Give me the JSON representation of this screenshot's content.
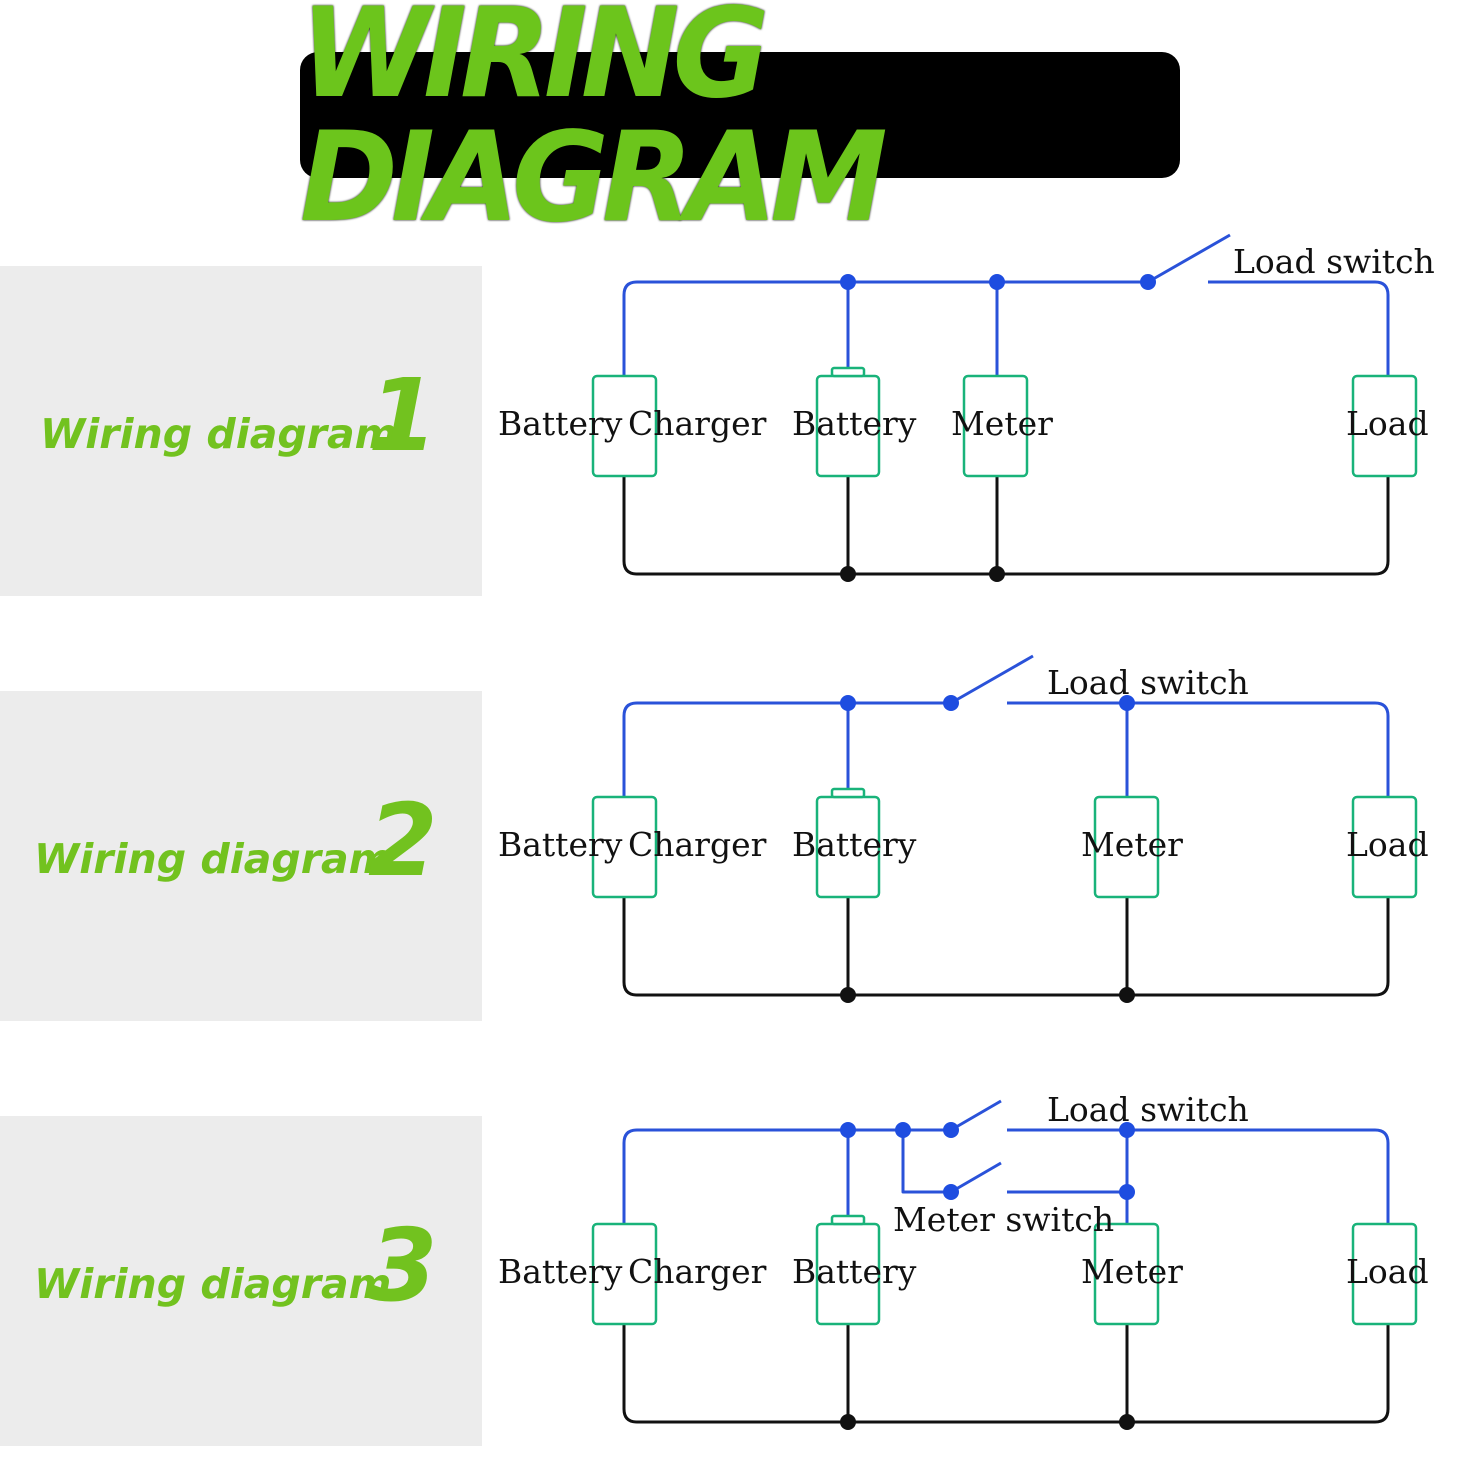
{
  "header": {
    "title": "WIRING DIAGRAM"
  },
  "colors": {
    "accent_green": "#72c21f",
    "positive_wire": "#2a52d9",
    "negative_wire": "#111111",
    "component_outline": "#19b37a",
    "panel_bg": "#ececec"
  },
  "diagrams": [
    {
      "label": "Wiring diagram",
      "number": "1",
      "components": [
        "Battery",
        "Charger",
        "Battery",
        "Meter",
        "Load"
      ],
      "switches": [
        "Load switch"
      ]
    },
    {
      "label": "Wiring diagram",
      "number": "2",
      "components": [
        "Battery",
        "Charger",
        "Battery",
        "Meter",
        "Load"
      ],
      "switches": [
        "Load switch"
      ]
    },
    {
      "label": "Wiring diagram",
      "number": "3",
      "components": [
        "Battery",
        "Charger",
        "Battery",
        "Meter",
        "Load"
      ],
      "switches": [
        "Load switch",
        "Meter switch"
      ]
    }
  ]
}
